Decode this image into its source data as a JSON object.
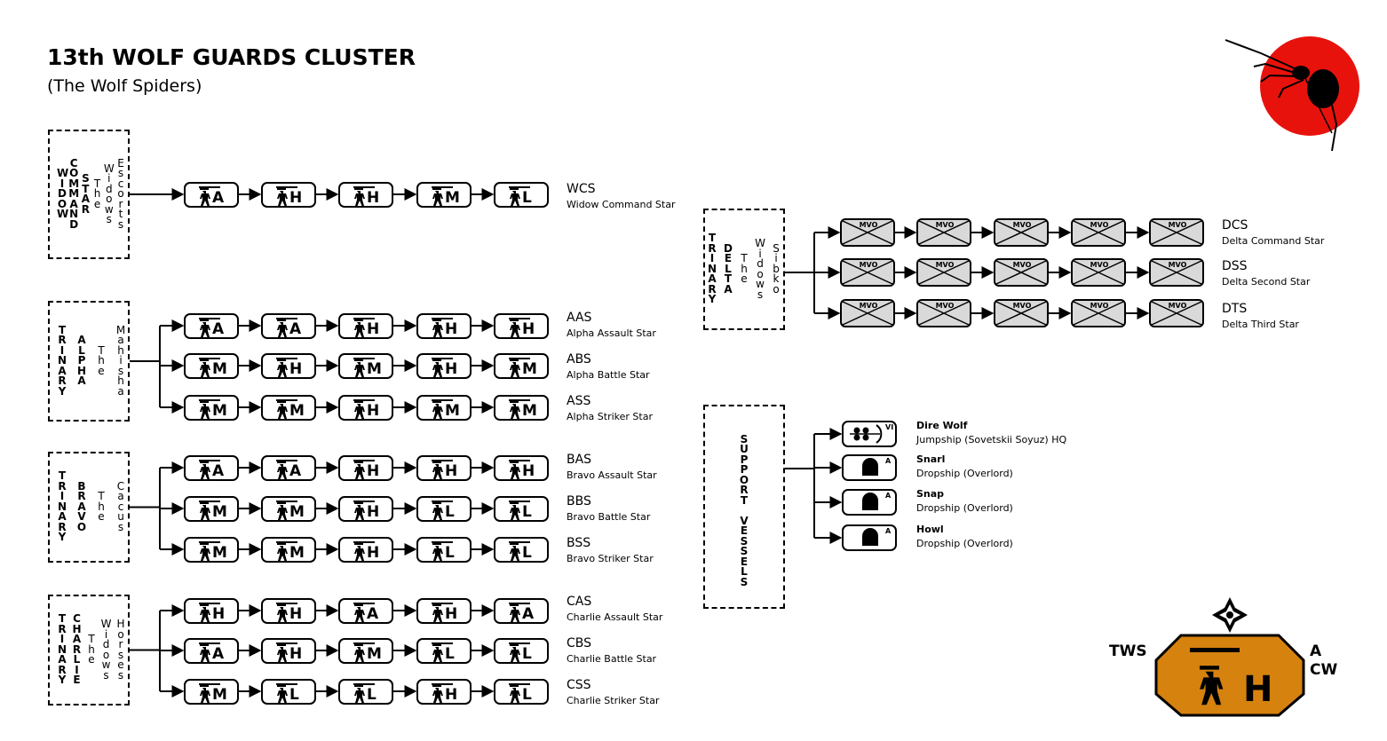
{
  "title": "13th WOLF GUARDS CLUSTER",
  "subtitle": "(The Wolf Spiders)",
  "units": [
    {
      "name_cols": [
        "WIDOW",
        "COMMAND",
        "STAR"
      ],
      "nick_cols": [
        "The",
        "Widows",
        "Escorts"
      ],
      "stars": [
        {
          "code": "WCS",
          "name": "Widow Command Star",
          "mechs": [
            "A",
            "H",
            "H",
            "M",
            "L"
          ]
        }
      ]
    },
    {
      "name_cols": [
        "TRINARY",
        "ALPHA"
      ],
      "nick_cols": [
        "The",
        "Mahisha"
      ],
      "stars": [
        {
          "code": "AAS",
          "name": "Alpha Assault Star",
          "mechs": [
            "A",
            "A",
            "H",
            "H",
            "H"
          ]
        },
        {
          "code": "ABS",
          "name": "Alpha Battle Star",
          "mechs": [
            "M",
            "H",
            "M",
            "H",
            "M"
          ]
        },
        {
          "code": "ASS",
          "name": "Alpha Striker Star",
          "mechs": [
            "M",
            "M",
            "H",
            "M",
            "M"
          ]
        }
      ]
    },
    {
      "name_cols": [
        "TRINARY",
        "BRAVO"
      ],
      "nick_cols": [
        "The",
        "Cacus"
      ],
      "stars": [
        {
          "code": "BAS",
          "name": "Bravo Assault Star",
          "mechs": [
            "A",
            "A",
            "H",
            "H",
            "H"
          ]
        },
        {
          "code": "BBS",
          "name": "Bravo Battle Star",
          "mechs": [
            "M",
            "M",
            "H",
            "L",
            "L"
          ]
        },
        {
          "code": "BSS",
          "name": "Bravo Striker Star",
          "mechs": [
            "M",
            "M",
            "H",
            "L",
            "L"
          ]
        }
      ]
    },
    {
      "name_cols": [
        "TRINARY",
        "CHARLIE"
      ],
      "nick_cols": [
        "The",
        "Widows",
        "Horses"
      ],
      "stars": [
        {
          "code": "CAS",
          "name": "Charlie Assault Star",
          "mechs": [
            "H",
            "H",
            "A",
            "H",
            "A"
          ]
        },
        {
          "code": "CBS",
          "name": "Charlie Battle Star",
          "mechs": [
            "A",
            "H",
            "M",
            "L",
            "L"
          ]
        },
        {
          "code": "CSS",
          "name": "Charlie Striker Star",
          "mechs": [
            "M",
            "L",
            "L",
            "H",
            "L"
          ]
        }
      ]
    },
    {
      "name_cols": [
        "TRINARY",
        "DELTA"
      ],
      "nick_cols": [
        "The",
        "Widows",
        "Sibko"
      ],
      "stars": [
        {
          "code": "DCS",
          "name": "Delta Command Star",
          "mechs": [
            "MVO",
            "MVO",
            "MVO",
            "MVO",
            "MVO"
          ]
        },
        {
          "code": "DSS",
          "name": "Delta Second Star",
          "mechs": [
            "MVO",
            "MVO",
            "MVO",
            "MVO",
            "MVO"
          ]
        },
        {
          "code": "DTS",
          "name": "Delta Third Star",
          "mechs": [
            "MVO",
            "MVO",
            "MVO",
            "MVO",
            "MVO"
          ]
        }
      ]
    }
  ],
  "support": {
    "name_cols": [
      "SUPPORT VESSELS"
    ],
    "ships": [
      {
        "name": "Dire Wolf",
        "type": "Jumpship (Sovetskii Soyuz) HQ",
        "mark": "VI"
      },
      {
        "name": "Snarl",
        "type": "Dropship (Overlord)",
        "mark": "A"
      },
      {
        "name": "Snap",
        "type": "Dropship (Overlord)",
        "mark": "A"
      },
      {
        "name": "Howl",
        "type": "Dropship (Overlord)",
        "mark": "A"
      }
    ]
  },
  "logo": {
    "left": "TWS",
    "right_top": "A",
    "right_bottom": "CW",
    "letter": "H"
  },
  "colors": {
    "sun": "#e8120c",
    "logo_fill": "#d6820f",
    "mvo_fill": "#d9d9d9"
  }
}
